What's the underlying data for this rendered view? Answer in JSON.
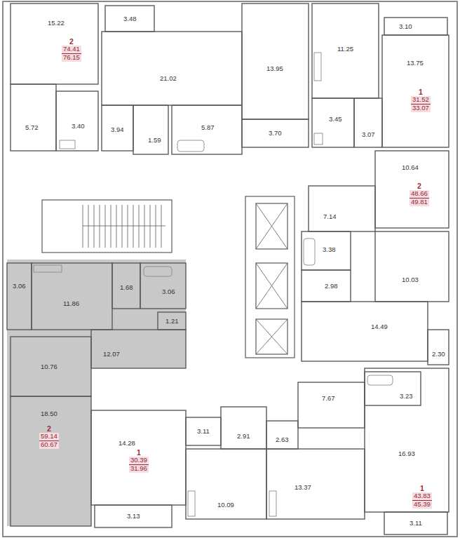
{
  "diagram": {
    "nodes": [
      {
        "text": [
          "2",
          "74.41",
          "76.15"
        ]
      },
      {
        "text": [
          "1",
          "31.52",
          "33.07"
        ]
      },
      {
        "text": [
          "2",
          "48.66",
          "49.81"
        ]
      },
      {
        "text": [
          "2",
          "59.14",
          "60.67"
        ]
      },
      {
        "text": [
          "1",
          "30.39",
          "31.96"
        ]
      },
      {
        "text": [
          "1",
          "43.83",
          "45.39"
        ]
      }
    ],
    "labels": [
      "15.22",
      "3.48",
      "21.02",
      "13.95",
      "11.25",
      "3.10",
      "13.75",
      "5.72",
      "3.40",
      "3.94",
      "1.59",
      "5.87",
      "3.70",
      "3.45",
      "3.07",
      "10.64",
      "7.14",
      "3.38",
      "10.03",
      "3.06",
      "11.86",
      "1.68",
      "3.06",
      "2.98",
      "1.21",
      "14.49",
      "2.30",
      "12.07",
      "10.76",
      "3.23",
      "18.50",
      "7.67",
      "3.11",
      "2.91",
      "2.63",
      "14.28",
      "16.93",
      "10.09",
      "13.37",
      "3.13",
      "3.11"
    ]
  }
}
